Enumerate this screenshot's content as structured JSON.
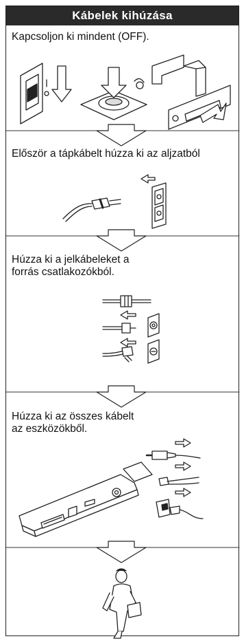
{
  "title": "Kábelek kihúzása",
  "steps": [
    {
      "text": "Kapcsoljon ki mindent (OFF)."
    },
    {
      "text": "Először a tápkábelt húzza ki az aljzatból"
    },
    {
      "text": "Húzza ki a jelkábeleket a\nforrás csatlakozókból."
    },
    {
      "text": "Húzza ki az összes kábelt\naz eszközökből."
    },
    {
      "text": ""
    }
  ],
  "icons": [
    "power-switch-icon",
    "power-button-icon",
    "toggle-switch-icon",
    "step-arrow-icon",
    "power-cord-icon",
    "wall-outlet-icon",
    "signal-cable-icon",
    "coax-wall-socket-icon",
    "phone-wall-socket-icon",
    "laptop-ports-icon",
    "audio-cable-icon",
    "usb-cable-icon",
    "person-walking-icon"
  ]
}
